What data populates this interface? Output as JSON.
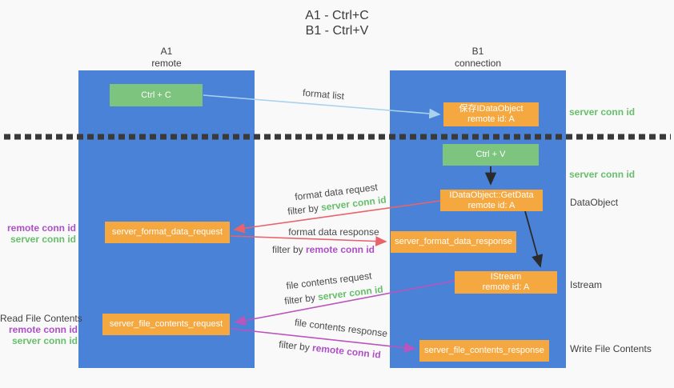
{
  "title": {
    "line1": "A1 - Ctrl+C",
    "line2": "B1 - Ctrl+V"
  },
  "columns": {
    "a1": {
      "name": "A1",
      "role": "remote"
    },
    "b1": {
      "name": "B1",
      "role": "connection"
    }
  },
  "nodes": {
    "ctrl_c": "Ctrl + C",
    "ctrl_v": "Ctrl + V",
    "save_idataobject": {
      "line1": "保存IDataObject",
      "line2": "remote id: A"
    },
    "getdata": {
      "line1": "IDataObject::GetData",
      "line2": "remote id: A"
    },
    "istream": {
      "line1": "IStream",
      "line2": "remote id: A"
    },
    "format_request": "server_format_data_request",
    "format_response": "server_format_data_response",
    "file_request": "server_file_contents_request",
    "file_response": "server_file_contents_response"
  },
  "arrow_labels": {
    "format_list": "format list",
    "format_data_request": "format data request",
    "format_data_response": "format data response",
    "file_contents_request": "file contents request",
    "file_contents_response": "file contents response",
    "filter_by": "filter by ",
    "server_conn_id": "server conn id",
    "remote_conn_id": "remote conn id"
  },
  "side_labels": {
    "left_remote_conn_id": "remote conn id",
    "left_server_conn_id": "server conn id",
    "read_file_contents": "Read File Contents",
    "right_server_conn_id_top": "server conn id",
    "right_server_conn_id_bottom": "server conn id",
    "dataobject": "DataObject",
    "istream": "Istream",
    "write_file_contents": "Write File Contents"
  },
  "colors": {
    "lifeline_blue": "#4a82d7",
    "node_green": "#7dc57e",
    "node_orange": "#f6a840",
    "text_green": "#67bf6b",
    "text_purple": "#ae4fc6",
    "arrow_light_blue": "#a9d2ee",
    "arrow_red": "#e8636a",
    "arrow_magenta": "#bb54bd",
    "arrow_black": "#2b2b2b",
    "background": "#f9f9fa"
  }
}
